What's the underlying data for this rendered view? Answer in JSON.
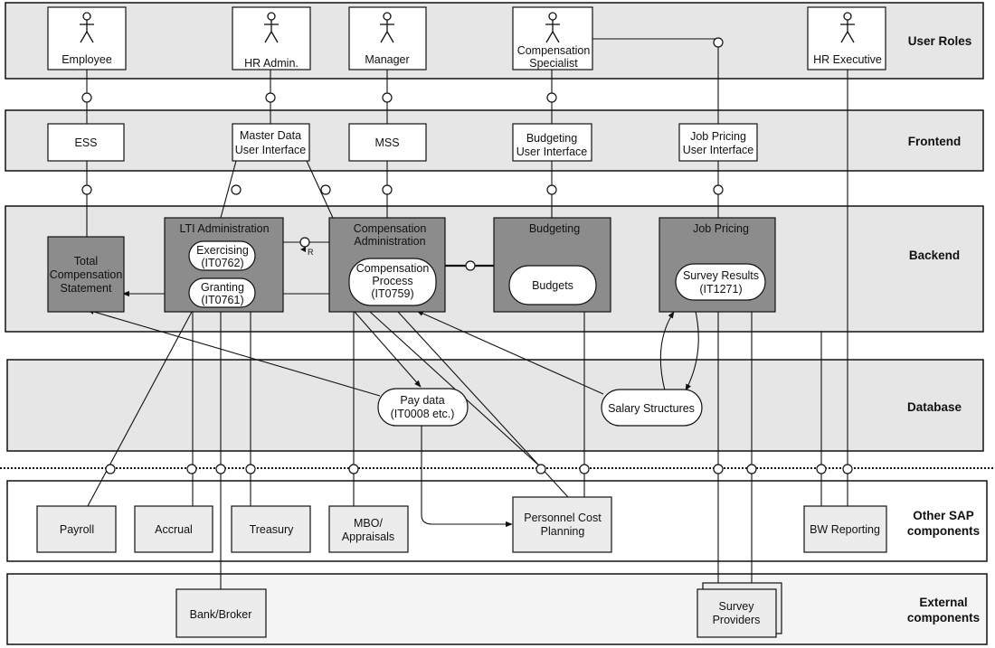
{
  "lanes": {
    "user_roles": "User Roles",
    "frontend": "Frontend",
    "backend": "Backend",
    "database": "Database",
    "other_sap": [
      "Other SAP",
      "components"
    ],
    "external": [
      "External",
      "components"
    ]
  },
  "roles": {
    "employee": "Employee",
    "hr_admin": "HR Admin.",
    "manager": "Manager",
    "comp_specialist": [
      "Compensation",
      "Specialist"
    ],
    "hr_executive": "HR Executive"
  },
  "frontend": {
    "ess": "ESS",
    "master_data_ui": [
      "Master Data",
      "User Interface"
    ],
    "mss": "MSS",
    "budgeting_ui": [
      "Budgeting",
      "User Interface"
    ],
    "job_pricing_ui": [
      "Job Pricing",
      "User Interface"
    ]
  },
  "backend": {
    "total_comp": [
      "Total",
      "Compensation",
      "Statement"
    ],
    "lti_admin": "LTI Administration",
    "exercising": [
      "Exercising",
      "(IT0762)"
    ],
    "granting": [
      "Granting",
      "(IT0761)"
    ],
    "comp_admin": [
      "Compensation",
      "Administration"
    ],
    "comp_process": [
      "Compensation",
      "Process",
      "(IT0759)"
    ],
    "budgeting": "Budgeting",
    "budgets": "Budgets",
    "job_pricing": "Job Pricing",
    "survey_results": [
      "Survey Results",
      "(IT1271)"
    ],
    "r_marker": "R"
  },
  "database": {
    "pay_data": [
      "Pay data",
      "(IT0008 etc.)"
    ],
    "salary_structures": "Salary Structures"
  },
  "other_sap": {
    "payroll": "Payroll",
    "accrual": "Accrual",
    "treasury": "Treasury",
    "mbo": [
      "MBO/",
      "Appraisals"
    ],
    "pcp": [
      "Personnel Cost",
      "Planning"
    ],
    "bw": "BW Reporting"
  },
  "external": {
    "bank_broker": "Bank/Broker",
    "survey_providers": [
      "Survey",
      "Providers"
    ]
  },
  "colors": {
    "lane_fill": "#e6e6e6",
    "dark_box": "#8c8c8c",
    "box_fill": "#ffffff",
    "other_box_fill": "#ececec"
  }
}
